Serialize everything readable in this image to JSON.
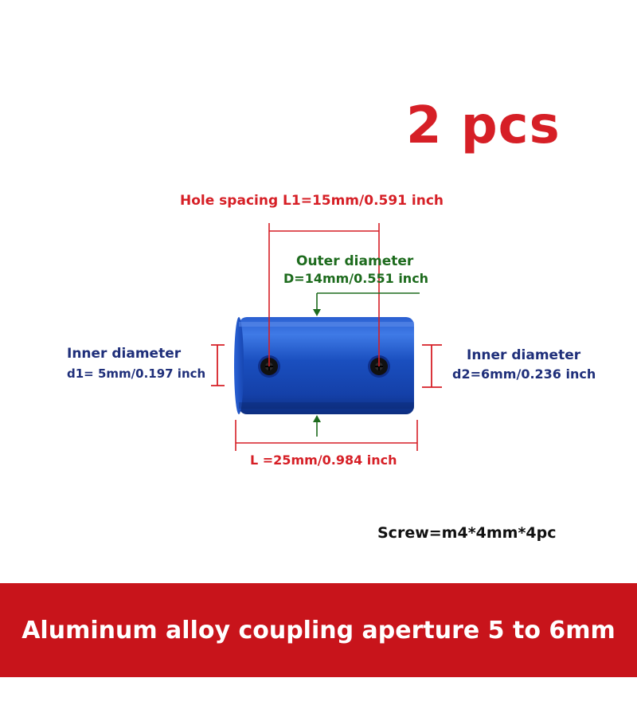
{
  "quantity": "2 pcs",
  "hole_spacing": "Hole spacing L1=15mm/0.591 inch",
  "outer_diameter": {
    "title": "Outer diameter",
    "value": "D=14mm/0.551 inch"
  },
  "inner_diameter_1": {
    "title": "Inner diameter",
    "value": "d1= 5mm/0.197 inch"
  },
  "inner_diameter_2": {
    "title": "Inner diameter",
    "value": "d2=6mm/0.236 inch"
  },
  "length": "L =25mm/0.984 inch",
  "screw": "Screw=m4*4mm*4pc",
  "banner": "Aluminum alloy coupling aperture 5 to 6mm",
  "colors": {
    "red": "#d61f26",
    "green": "#1d6b1d",
    "navy": "#1f2f7a",
    "coupling_blue": "#1a53c4",
    "banner": "#c8141b"
  }
}
